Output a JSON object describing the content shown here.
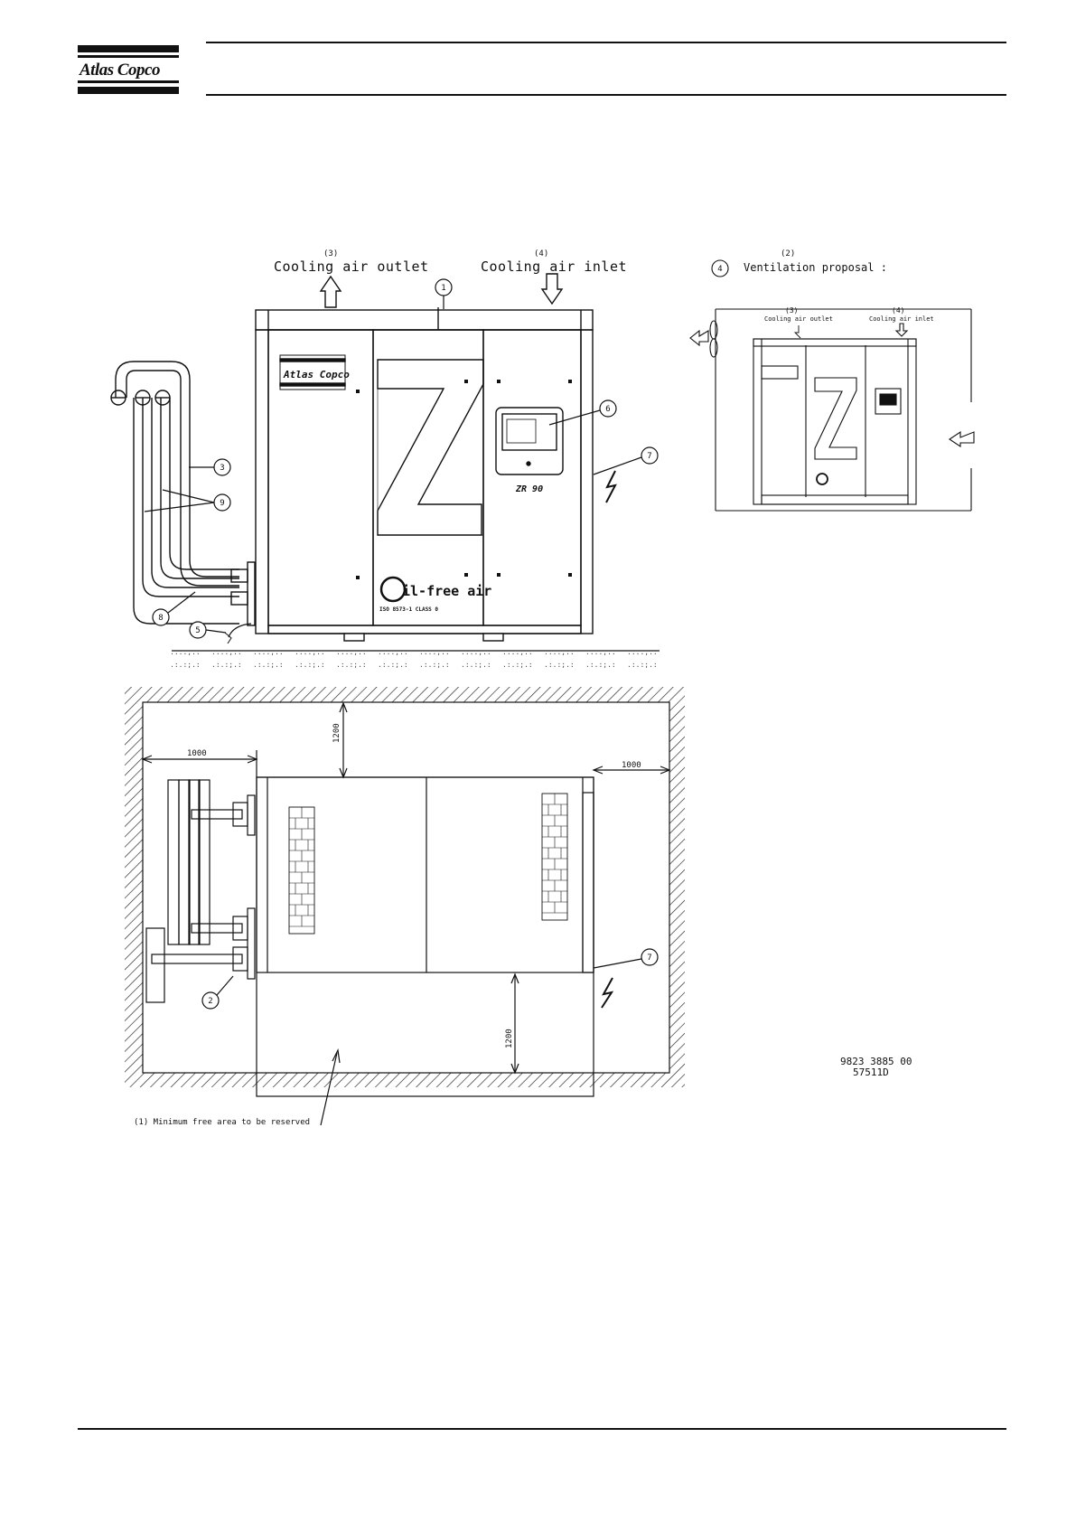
{
  "header": {
    "logo_text": "Atlas Copco"
  },
  "front_view": {
    "outlet_number": "(3)",
    "outlet_label": "Cooling air outlet",
    "inlet_number": "(4)",
    "inlet_label": "Cooling air inlet",
    "panel_logo": "Atlas Copco",
    "model_label": "ZR 90",
    "oilfree_label": "il-free air",
    "oilfree_sub": "ISO 8573-1 CLASS 0",
    "callouts": [
      "1",
      "3",
      "9",
      "8",
      "5",
      "6",
      "7"
    ]
  },
  "ventilation": {
    "number": "(2)",
    "circle": "4",
    "title": "Ventilation proposal :",
    "outlet_number": "(3)",
    "outlet_label": "Cooling air outlet",
    "inlet_number": "(4)",
    "inlet_label": "Cooling air inlet"
  },
  "plan_view": {
    "dim_top": "1200",
    "dim_left": "1000",
    "dim_right": "1000",
    "dim_bottom": "1200",
    "callouts": [
      "2",
      "7"
    ],
    "note": "(1) Minimum free area to be reserved"
  },
  "doc_ref": {
    "line1": "9823 3885 00",
    "line2": "57511D"
  }
}
